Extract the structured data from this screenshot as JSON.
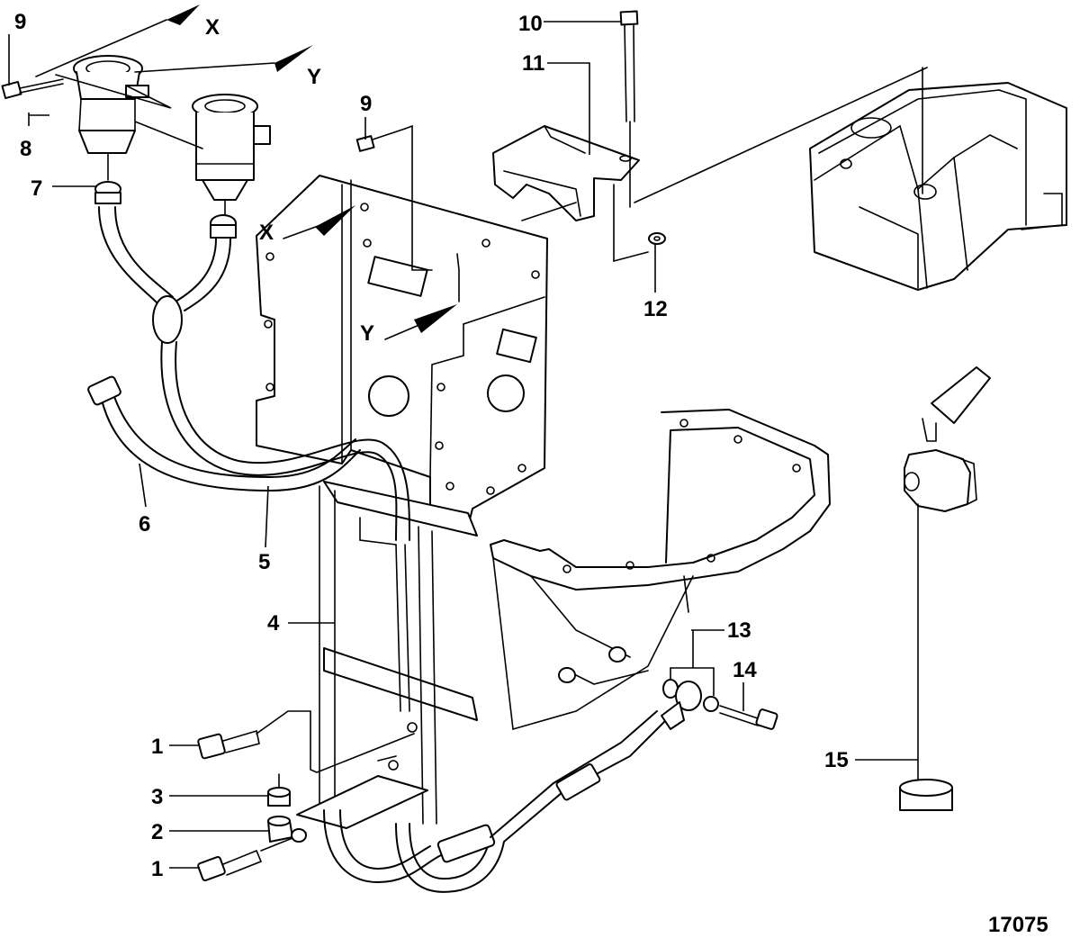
{
  "diagram": {
    "figure_code": "17075",
    "callouts": [
      {
        "id": "c1a",
        "text": "1"
      },
      {
        "id": "c1b",
        "text": "1"
      },
      {
        "id": "c2",
        "text": "2"
      },
      {
        "id": "c3",
        "text": "3"
      },
      {
        "id": "c4",
        "text": "4"
      },
      {
        "id": "c5",
        "text": "5"
      },
      {
        "id": "c6",
        "text": "6"
      },
      {
        "id": "c7",
        "text": "7"
      },
      {
        "id": "c8",
        "text": "8"
      },
      {
        "id": "c9a",
        "text": "9"
      },
      {
        "id": "c9b",
        "text": "9"
      },
      {
        "id": "c10",
        "text": "10"
      },
      {
        "id": "c11",
        "text": "11"
      },
      {
        "id": "c12",
        "text": "12"
      },
      {
        "id": "c13",
        "text": "13"
      },
      {
        "id": "c14",
        "text": "14"
      },
      {
        "id": "c15",
        "text": "15"
      }
    ],
    "alignment_marks": {
      "x_top": "X",
      "y_top": "Y",
      "x_plate": "X",
      "y_plate": "Y"
    }
  }
}
